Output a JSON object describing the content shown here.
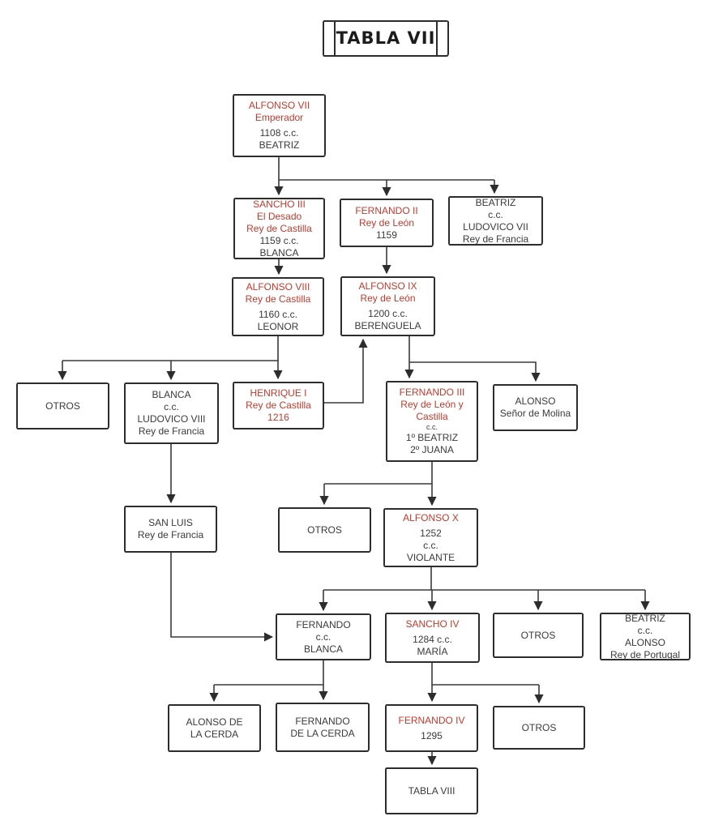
{
  "diagram": {
    "title": "TABLA VII",
    "colors": {
      "highlight_red": "#c23a2d",
      "ink": "#3a3a3a",
      "border": "#2d2d2d"
    }
  },
  "nodes": {
    "tabla_vii": {
      "lines": [
        "TABLA VII"
      ]
    },
    "alfonso_vii": {
      "lines": [
        "ALFONSO VII",
        "Emperador",
        "1108 c.c.",
        "BEATRIZ"
      ]
    },
    "sancho_iii": {
      "lines": [
        "SANCHO III",
        "El Desado",
        "Rey de Castilla",
        "1159 c.c.",
        "BLANCA"
      ]
    },
    "fernando_ii": {
      "lines": [
        "FERNANDO II",
        "Rey de León",
        "1159"
      ]
    },
    "beatriz_francia": {
      "lines": [
        "BEATRIZ",
        "c.c.",
        "LUDOVICO VII",
        "Rey de Francia"
      ]
    },
    "alfonso_viii": {
      "lines": [
        "ALFONSO VIII",
        "Rey de Castilla",
        "1160 c.c.",
        "LEONOR"
      ]
    },
    "alfonso_ix": {
      "lines": [
        "ALFONSO IX",
        "Rey de León",
        "1200 c.c.",
        "BERENGUELA"
      ]
    },
    "otros_1": {
      "lines": [
        "OTROS"
      ]
    },
    "blanca": {
      "lines": [
        "BLANCA",
        "c.c.",
        "LUDOVICO VIII",
        "Rey de Francia"
      ]
    },
    "henrique_i": {
      "lines": [
        "HENRIQUE I",
        "Rey de Castilla",
        "1216"
      ]
    },
    "fernando_iii": {
      "lines": [
        "FERNANDO III",
        "Rey de León y",
        "Castilla",
        "c.c.",
        "1º BEATRIZ",
        "2º JUANA"
      ]
    },
    "alonso_molina": {
      "lines": [
        "ALONSO",
        "Señor de Molina"
      ]
    },
    "san_luis": {
      "lines": [
        "SAN LUIS",
        "Rey de Francia"
      ]
    },
    "otros_2": {
      "lines": [
        "OTROS"
      ]
    },
    "alfonso_x": {
      "lines": [
        "ALFONSO X",
        "1252",
        "c.c.",
        "VIOLANTE"
      ]
    },
    "fernando": {
      "lines": [
        "FERNANDO",
        "c.c.",
        "BLANCA"
      ]
    },
    "sancho_iv": {
      "lines": [
        "SANCHO IV",
        "1284 c.c.",
        "MARÍA"
      ]
    },
    "otros_3": {
      "lines": [
        "OTROS"
      ]
    },
    "beatriz_portugal": {
      "lines": [
        "BEATRIZ",
        "c.c.",
        "ALONSO",
        "Rey de Portugal"
      ]
    },
    "alonso_cerda": {
      "lines": [
        "ALONSO DE",
        "LA CERDA"
      ]
    },
    "fernando_cerda": {
      "lines": [
        "FERNANDO",
        "DE LA CERDA"
      ]
    },
    "fernando_iv": {
      "lines": [
        "FERNANDO IV",
        "1295"
      ]
    },
    "otros_4": {
      "lines": [
        "OTROS"
      ]
    },
    "tabla_viii": {
      "lines": [
        "TABLA VIII"
      ]
    }
  }
}
